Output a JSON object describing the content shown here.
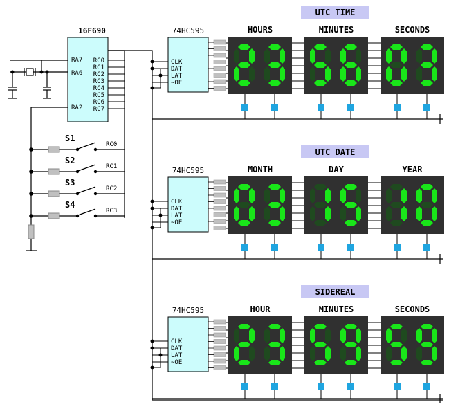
{
  "mcu": {
    "name": "16F690",
    "left_pins": [
      "RA7",
      "RA6",
      "RA2"
    ],
    "right_pins": [
      "RC0",
      "RC1",
      "RC2",
      "RC3",
      "RC4",
      "RC5",
      "RC6",
      "RC7"
    ]
  },
  "switches": [
    {
      "label": "S1",
      "pin": "RC0"
    },
    {
      "label": "S2",
      "pin": "RC1"
    },
    {
      "label": "S3",
      "pin": "RC2"
    },
    {
      "label": "S4",
      "pin": "RC3"
    }
  ],
  "shift_register": {
    "name": "74HC595",
    "pins": [
      "CLK",
      "DAT",
      "LAT",
      "~OE"
    ]
  },
  "panels": [
    {
      "header": "UTC TIME",
      "groups": [
        {
          "label": "HOURS",
          "value": "23"
        },
        {
          "label": "MINUTES",
          "value": "56"
        },
        {
          "label": "SECONDS",
          "value": "03"
        }
      ]
    },
    {
      "header": "UTC DATE",
      "groups": [
        {
          "label": "MONTH",
          "value": "03"
        },
        {
          "label": "DAY",
          "value": "15"
        },
        {
          "label": "YEAR",
          "value": "10"
        }
      ]
    },
    {
      "header": "SIDEREAL",
      "groups": [
        {
          "label": "HOUR",
          "value": "23"
        },
        {
          "label": "MINUTES",
          "value": "59"
        },
        {
          "label": "SECONDS",
          "value": "59"
        }
      ]
    }
  ],
  "colors": {
    "segment_on": "#19e619",
    "segment_off": "#1f4a1f",
    "display_bg": "#303030",
    "chip_fill": "#ccfcfc",
    "header_fill": "#c8c8f4",
    "connector": "#1fa5e0",
    "resistor": "#c0c0c0"
  }
}
